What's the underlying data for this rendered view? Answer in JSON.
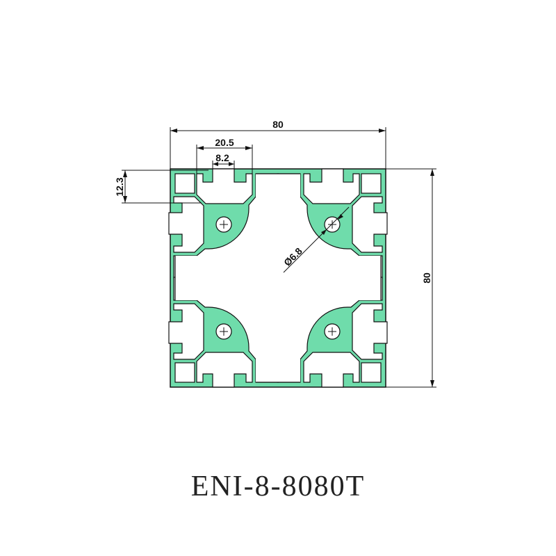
{
  "title": "ENI-8-8080T",
  "colors": {
    "profile": "#6fdcab",
    "outline": "#111111"
  },
  "dimensions": {
    "width": "80",
    "height": "80",
    "slot_width": "20.5",
    "slot_opening": "8.2",
    "slot_depth": "12.3",
    "hole_diameter": "Ø6.8"
  }
}
